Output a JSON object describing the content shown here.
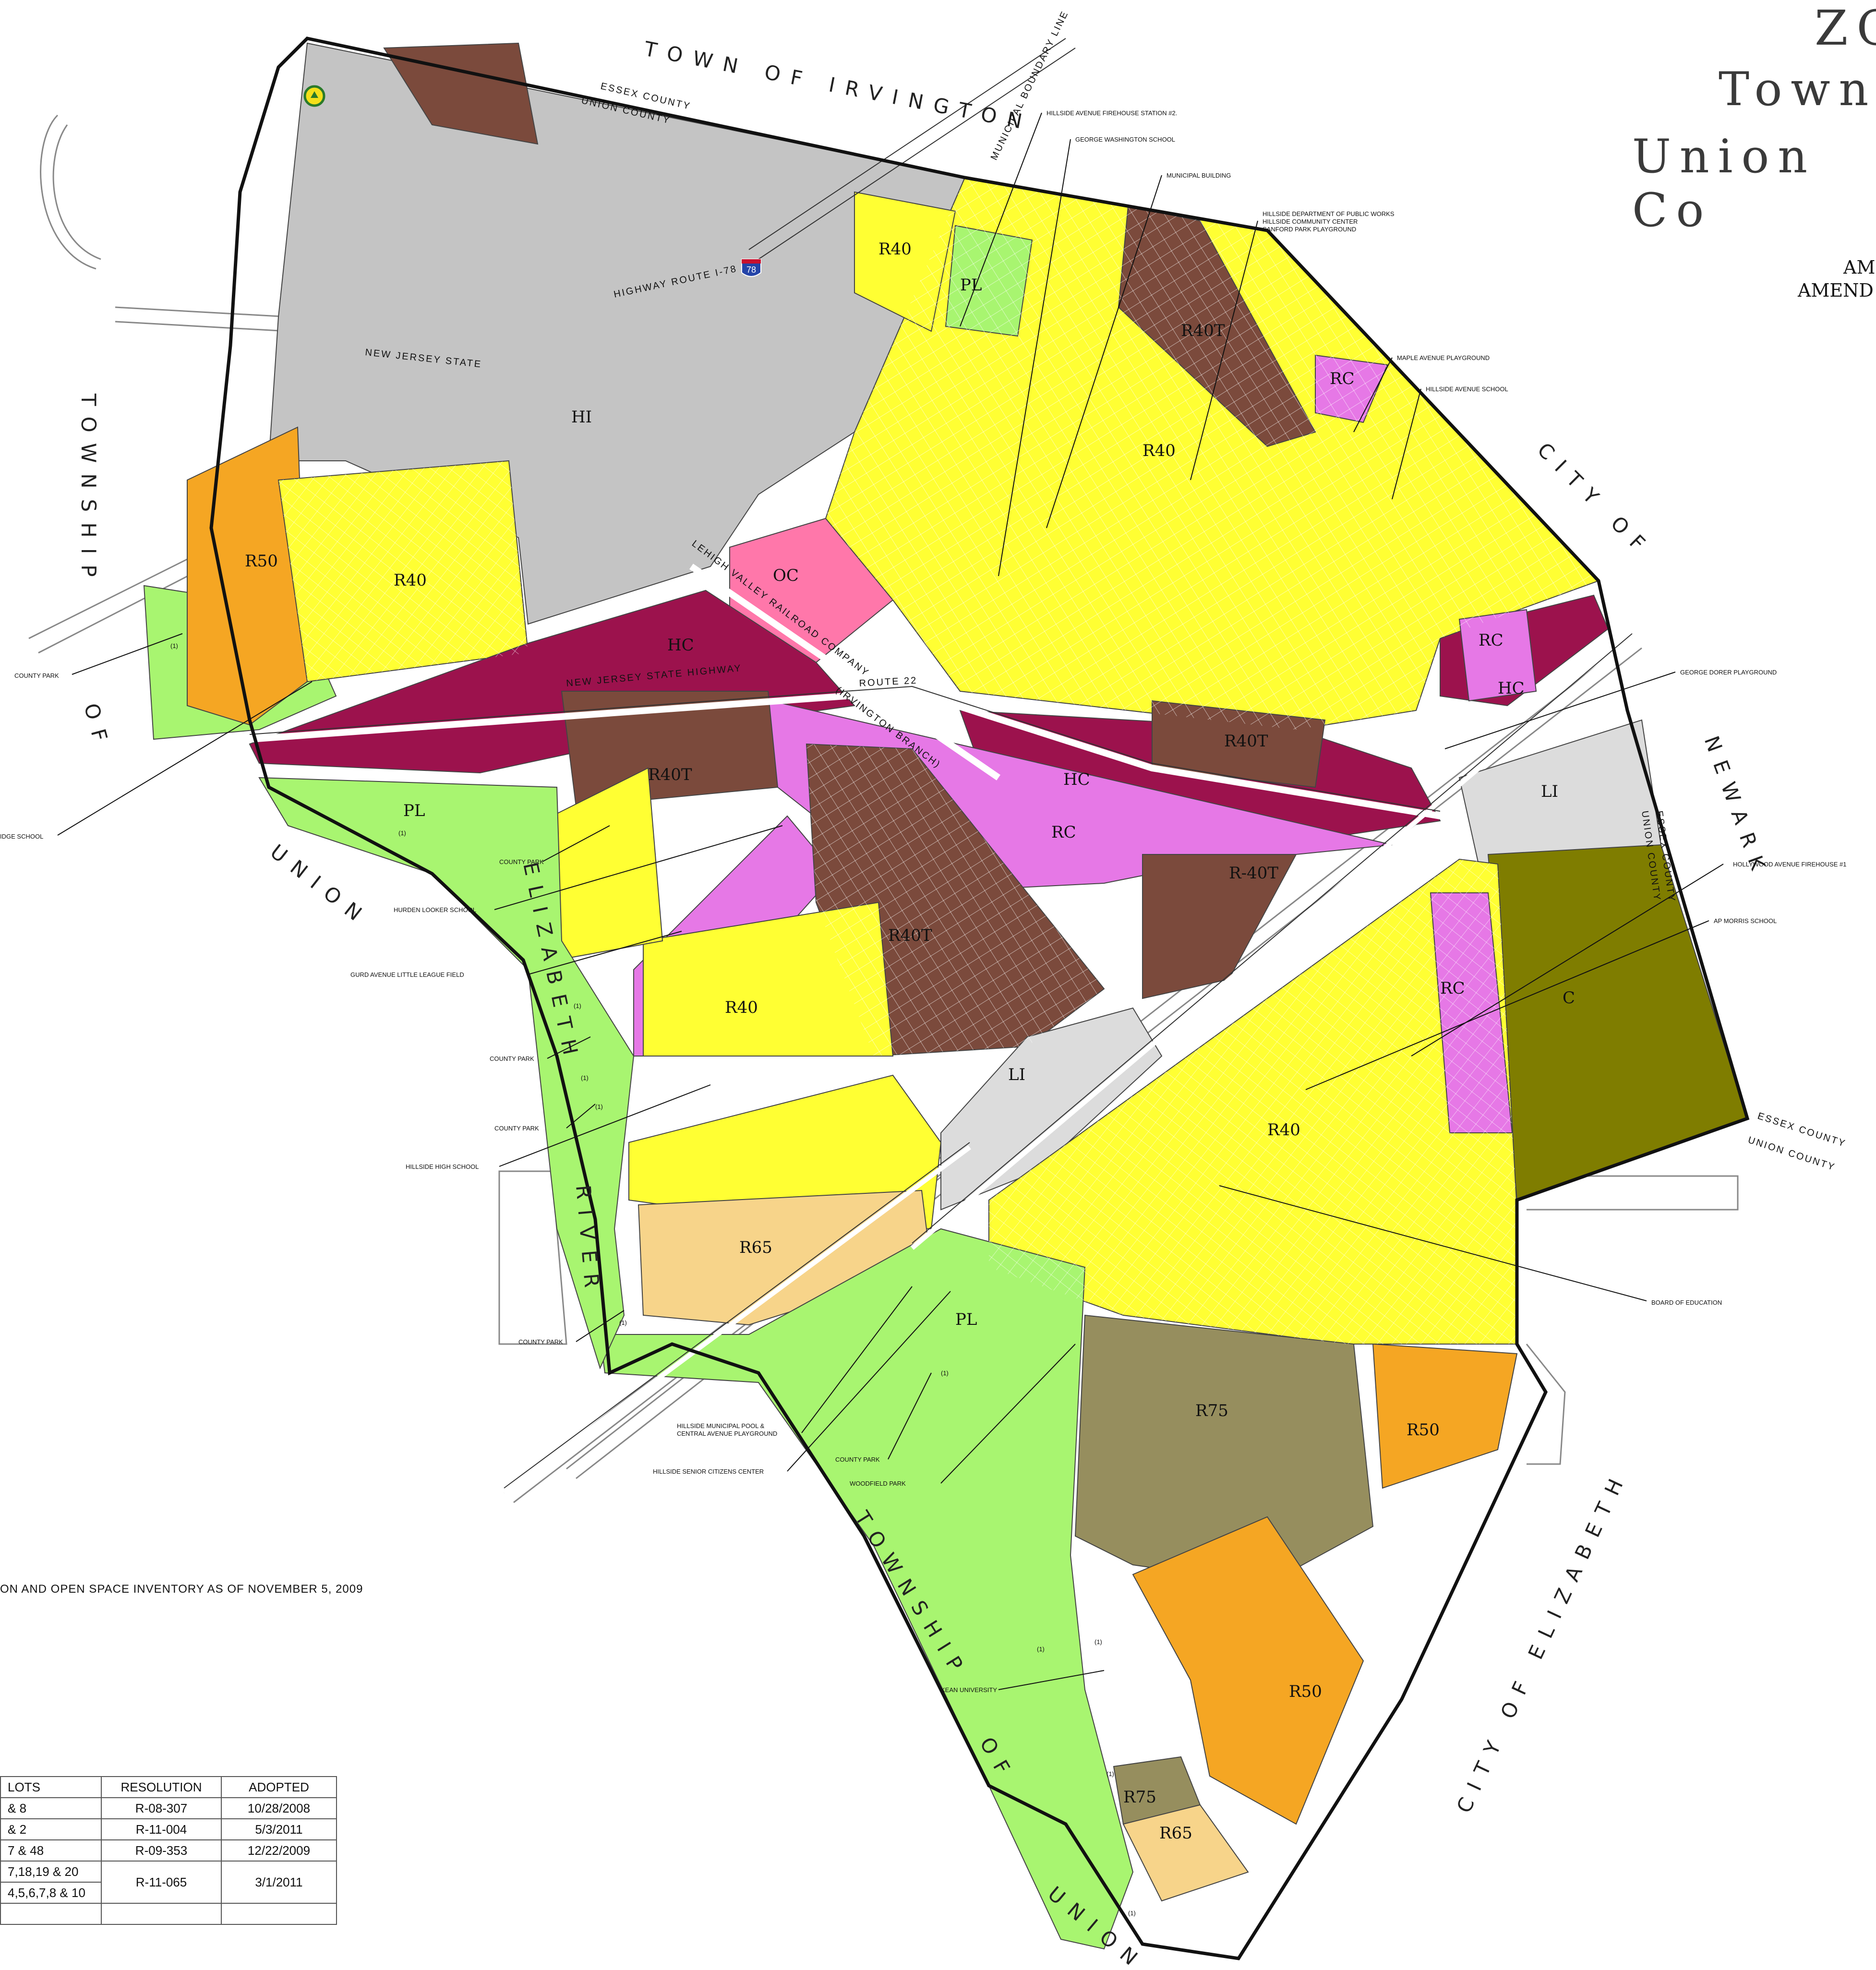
{
  "title_lines": [
    "ZO",
    "Towns",
    "Union Co"
  ],
  "subtitle_lines": [
    "AM",
    "AMEND"
  ],
  "inventory_note": "ON AND OPEN SPACE INVENTORY AS OF NOVEMBER 5, 2009",
  "zone_colors": {
    "R40": "#ffff33",
    "R40T": "#7b4a3c",
    "R50": "#f5a623",
    "R65": "#f7d48a",
    "R75": "#968e5e",
    "PL": "#a8f570",
    "HC": "#9c124d",
    "RC": "#e678e6",
    "OC": "#ff77aa",
    "HI": "#c4c4c4",
    "LI": "#dcdcdc",
    "C": "#7f7d00"
  },
  "zones": [
    {
      "label": "R40"
    },
    {
      "label": "PL"
    },
    {
      "label": "R40T"
    },
    {
      "label": "RC"
    },
    {
      "label": "HI"
    },
    {
      "label": "R40"
    },
    {
      "label": "R50"
    },
    {
      "label": "R40"
    },
    {
      "label": "OC"
    },
    {
      "label": "HC"
    },
    {
      "label": "RC"
    },
    {
      "label": "HC"
    },
    {
      "label": "R40T"
    },
    {
      "label": "HC"
    },
    {
      "label": "R40T"
    },
    {
      "label": "LI"
    },
    {
      "label": "PL"
    },
    {
      "label": "RC"
    },
    {
      "label": "R-40T"
    },
    {
      "label": "R40T"
    },
    {
      "label": "R40"
    },
    {
      "label": "LI"
    },
    {
      "label": "RC"
    },
    {
      "label": "C"
    },
    {
      "label": "R40"
    },
    {
      "label": "R65"
    },
    {
      "label": "PL"
    },
    {
      "label": "R75"
    },
    {
      "label": "R50"
    },
    {
      "label": "R50"
    },
    {
      "label": "R75"
    },
    {
      "label": "R65"
    }
  ],
  "places": [
    "TOWN OF IRVINGTON",
    "ESSEX COUNTY",
    "UNION COUNTY",
    "MUNICIPAL BOUNDARY LINE",
    "TOWNSHIP",
    "CITY OF",
    "NEWARK",
    "ESSEX COUNTY",
    "UNION COUNTY",
    "OF",
    "UNION",
    "ELIZABETH",
    "RIVER",
    "TOWNSHIP",
    "OF",
    "CITY OF ELIZABETH",
    "UNION",
    "ESSEX COUNTY",
    "UNION COUNTY"
  ],
  "roads": [
    "NEW JERSEY STATE HIGHWAY",
    "ROUTE 22",
    "LEHIGH VALLEY RAILROAD COMPANY",
    "(IRVINGTON BRANCH)",
    "HIGHWAY ROUTE I-78",
    "NEW JERSEY STATE"
  ],
  "interstate": "78",
  "poi": [
    "HILLSIDE AVENUE FIREHOUSE STATION #2.",
    "GEORGE WASHINGTON SCHOOL",
    "MUNICIPAL BUILDING",
    "HILLSIDE DEPARTMENT OF PUBLIC WORKS",
    "HILLSIDE COMMUNITY CENTER",
    "SANFORD PARK PLAYGROUND",
    "MAPLE AVENUE PLAYGROUND",
    "HILLSIDE AVENUE SCHOOL",
    "GEORGE DORER PLAYGROUND",
    "HOLLYWOOD AVENUE FIREHOUSE #1",
    "AP MORRIS SCHOOL",
    "BOARD OF EDUCATION",
    "COUNTY PARK",
    "IDGE SCHOOL",
    "COUNTY PARK",
    "HURDEN LOOKER SCHOOL",
    "GURD AVENUE LITTLE LEAGUE FIELD",
    "COUNTY PARK",
    "COUNTY PARK",
    "HILLSIDE HIGH SCHOOL",
    "COUNTY PARK",
    "HILLSIDE MUNICIPAL POOL &",
    "CENTRAL AVENUE PLAYGROUND",
    "HILLSIDE SENIOR CITIZENS CENTER",
    "COUNTY PARK",
    "WOODFIELD PARK",
    "KEAN UNIVERSITY"
  ],
  "footnote_marks": [
    "(1)",
    "(1)",
    "(1)",
    "(1)",
    "(1)",
    "(1)",
    "(1)",
    "(1)",
    "(1)",
    "(1)",
    "(1)"
  ],
  "amend_table": {
    "headers": [
      "LOTS",
      "RESOLUTION",
      "ADOPTED"
    ],
    "rows": [
      [
        "& 8",
        "R-08-307",
        "10/28/2008"
      ],
      [
        "& 2",
        "R-11-004",
        "5/3/2011"
      ],
      [
        "7 & 48",
        "R-09-353",
        "12/22/2009"
      ],
      [
        "7,18,19 & 20",
        "R-11-065",
        "3/1/2011"
      ],
      [
        "4,5,6,7,8 & 10",
        "",
        ""
      ],
      [
        "",
        "",
        ""
      ]
    ]
  }
}
